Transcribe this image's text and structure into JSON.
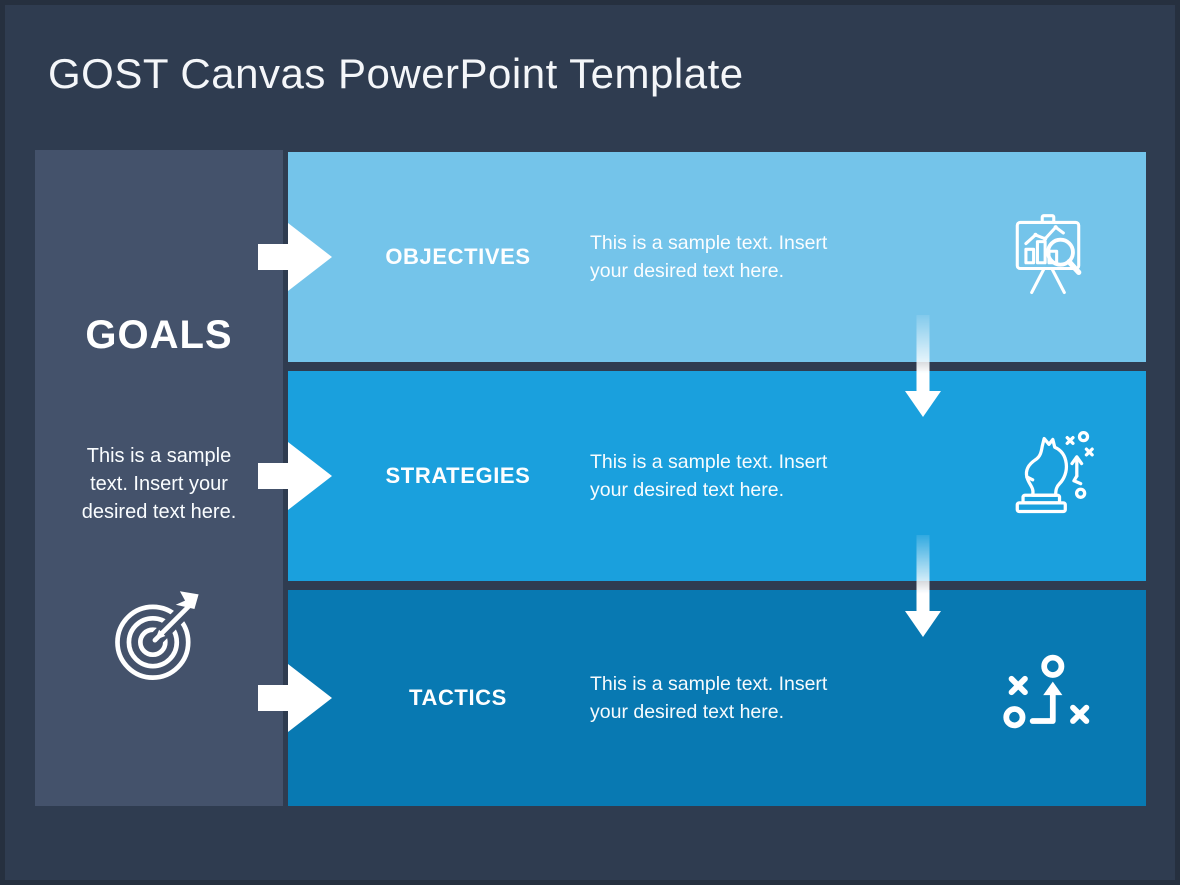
{
  "title": "GOST Canvas PowerPoint Template",
  "sidebar": {
    "heading": "GOALS",
    "description": "This is a sample text. Insert your desired text here.",
    "icon": "target-bullseye-icon"
  },
  "rows": [
    {
      "label": "OBJECTIVES",
      "text": "This is a sample text. Insert your desired text here.",
      "icon": "chart-presentation-magnifier-icon",
      "color": "#74c4ea"
    },
    {
      "label": "STRATEGIES",
      "text": "This is a sample text. Insert your desired text here.",
      "icon": "chess-knight-strategy-icon",
      "color": "#1aa0dd"
    },
    {
      "label": "TACTICS",
      "text": "This is a sample text. Insert your desired text here.",
      "icon": "xo-tactics-plan-icon",
      "color": "#0879b2"
    }
  ],
  "colors": {
    "background": "#2f3c50",
    "frame_border": "#26303f",
    "sidebar": "#44526b",
    "row_objectives": "#74c4ea",
    "row_strategies": "#1aa0dd",
    "row_tactics": "#0879b2",
    "text": "#ffffff"
  }
}
